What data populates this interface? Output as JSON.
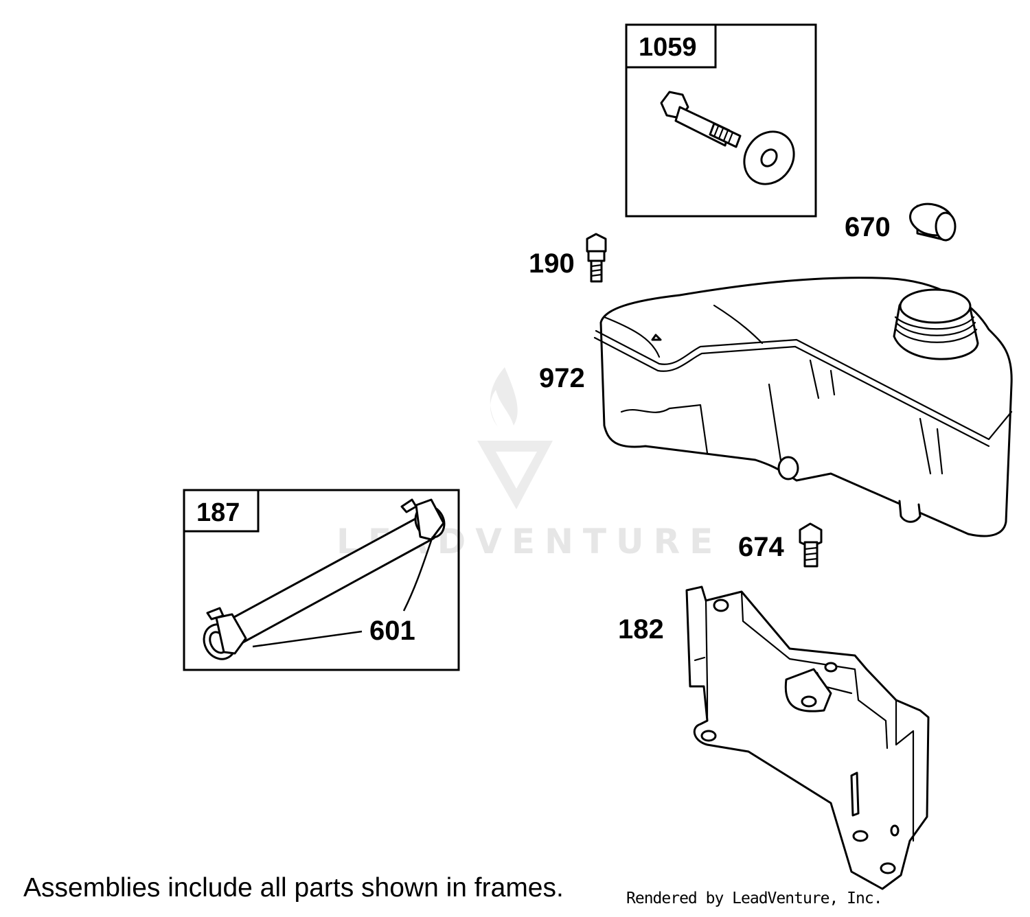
{
  "callouts": {
    "p1059": "1059",
    "p670": "670",
    "p190": "190",
    "p972": "972",
    "p187": "187",
    "p601": "601",
    "p674": "674",
    "p182": "182"
  },
  "footer": {
    "note": "Assemblies include all parts shown in frames.",
    "credit": "Rendered by LeadVenture, Inc."
  },
  "watermark": {
    "text": "LEADVENTURE"
  }
}
